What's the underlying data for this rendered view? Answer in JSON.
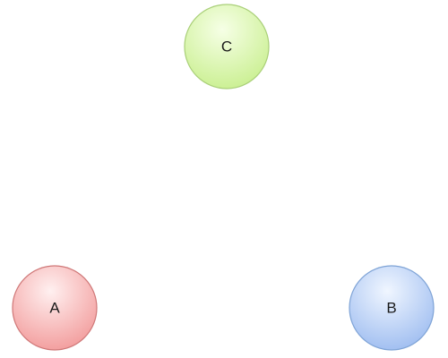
{
  "nodes": [
    {
      "label": "C",
      "fill": "#d8f5a8",
      "stroke": "#a9cf78"
    },
    {
      "label": "A",
      "fill": "#f7a8a8",
      "stroke": "#cf7777"
    },
    {
      "label": "B",
      "fill": "#abc8f3",
      "stroke": "#7ea3d6"
    }
  ]
}
